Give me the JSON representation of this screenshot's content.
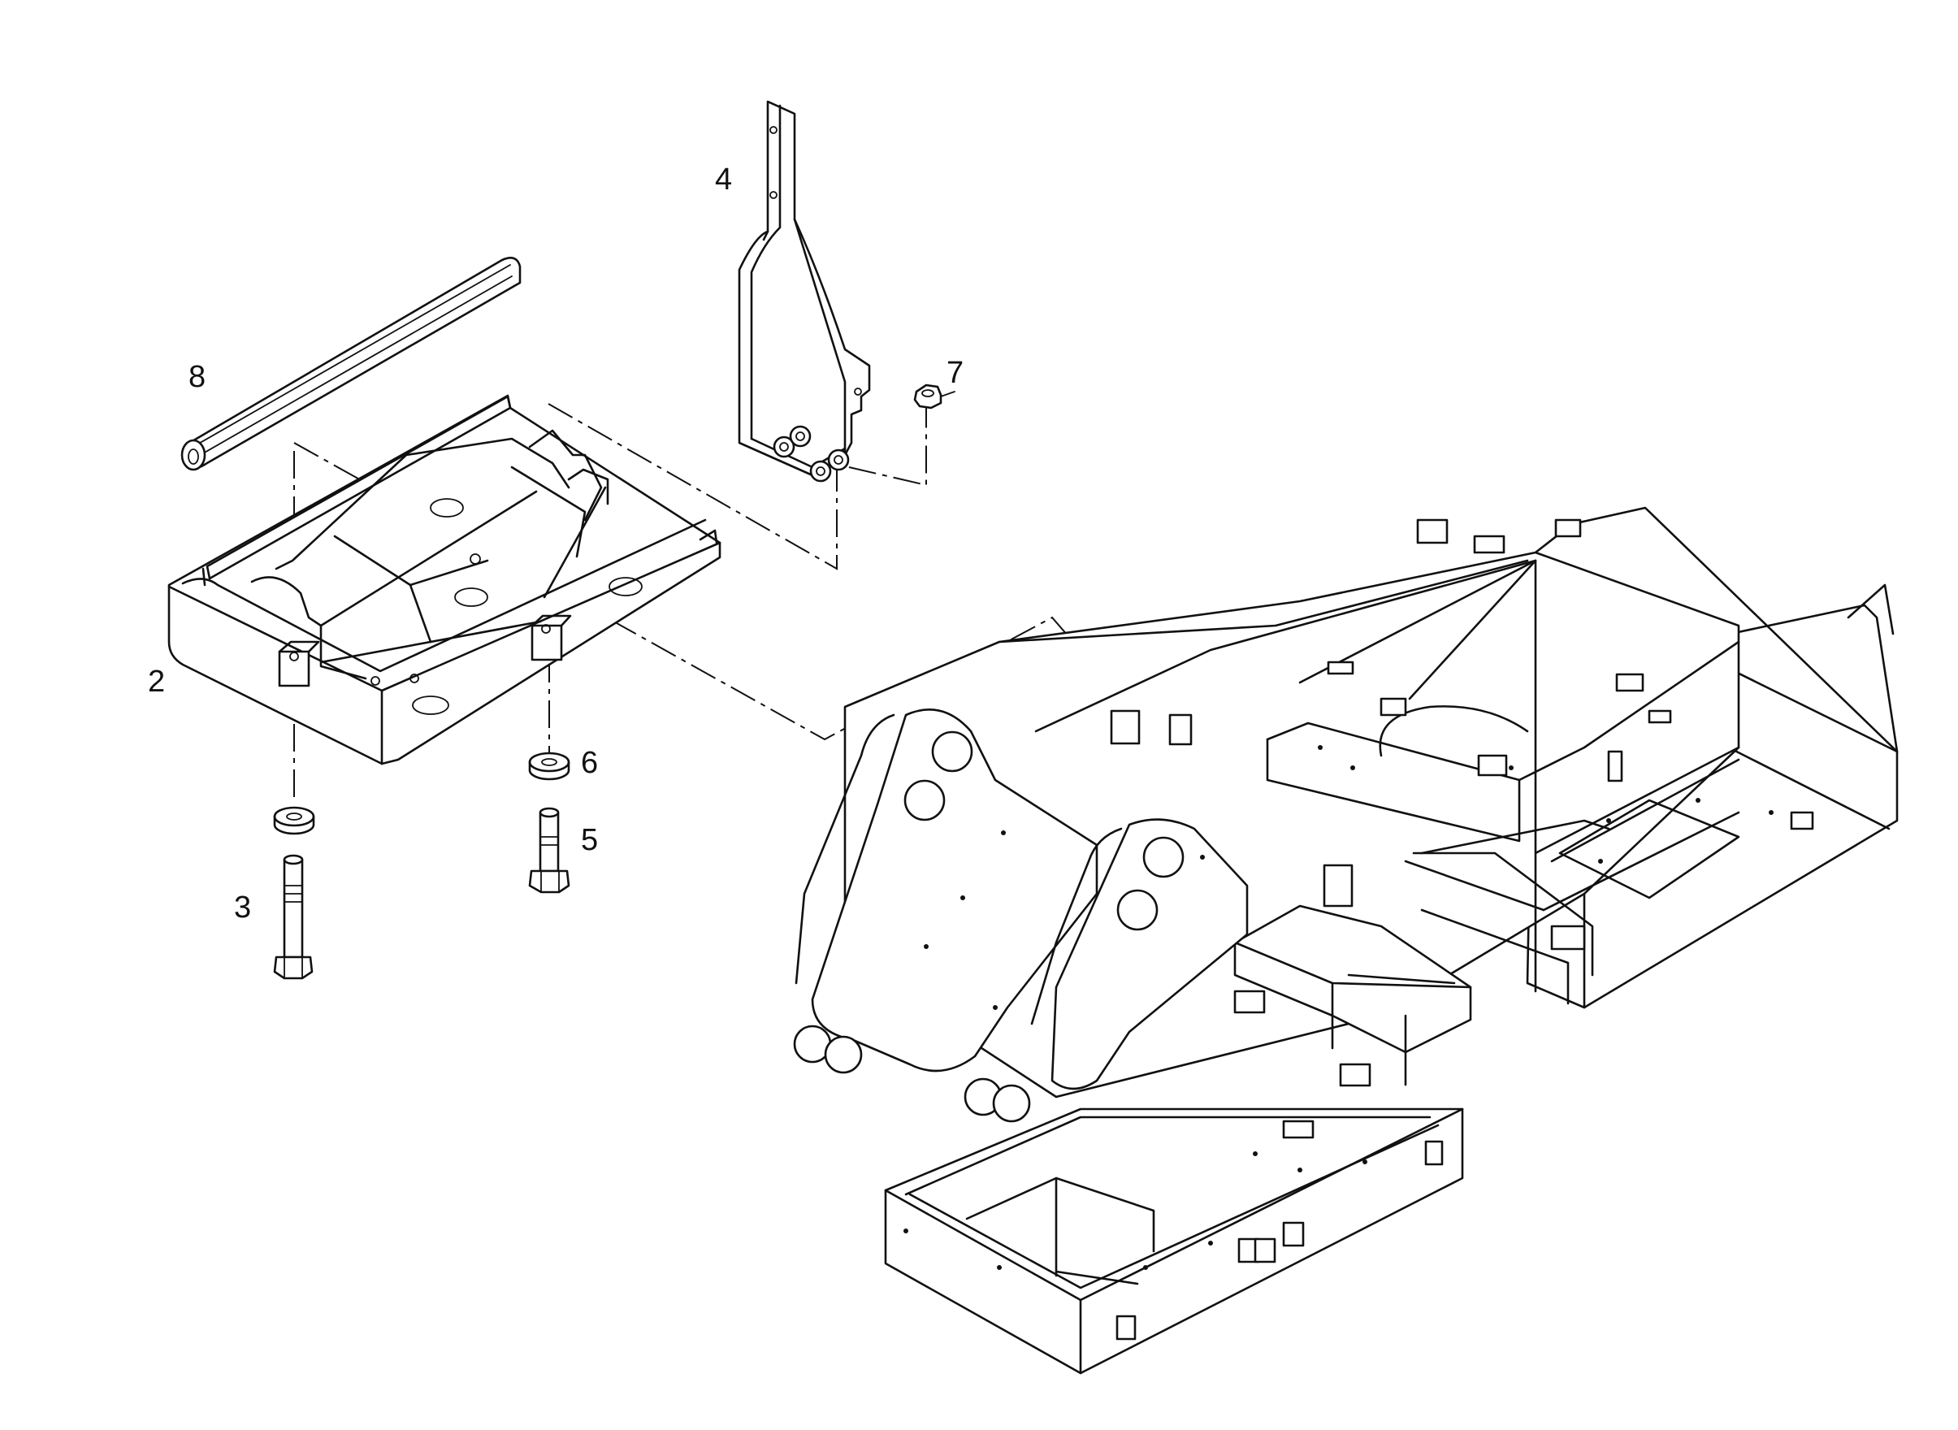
{
  "callouts": [
    "2",
    "3",
    "4",
    "5",
    "6",
    "7",
    "8"
  ],
  "colors": {
    "line": "#111111",
    "background": "#ffffff"
  }
}
